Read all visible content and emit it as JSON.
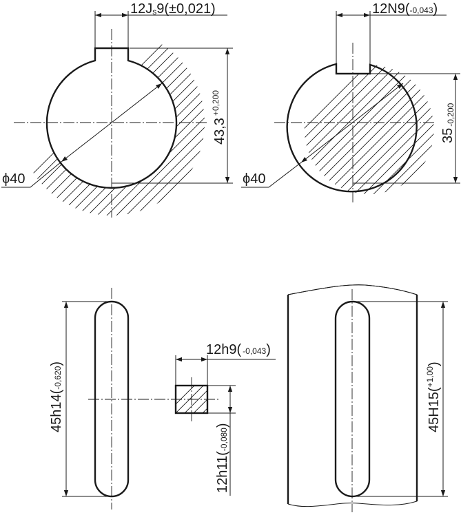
{
  "hub_key_width_nominal": "12J",
  "hub_key_width_sub": "s",
  "hub_key_width_grade": "9",
  "hub_key_width_tol": "(±0,021)",
  "hub_diameter": "ϕ40",
  "hub_depth_nominal": "43,3",
  "hub_depth_tol": "+0,200",
  "shaft_key_width_nominal": "12N9",
  "shaft_key_width_tol": "-0,043",
  "shaft_diameter": "ϕ40",
  "shaft_depth_nominal": "35",
  "shaft_depth_tol": "-0,200",
  "key_length_nominal": "45h14",
  "key_length_tol": "-0,620",
  "key_width_nominal": "12h9",
  "key_width_tol": "-0,043",
  "key_height_nominal": "12h11",
  "key_height_tol": "-0,080",
  "slot_length_nominal": "45H15",
  "slot_length_tol": "+1,00"
}
